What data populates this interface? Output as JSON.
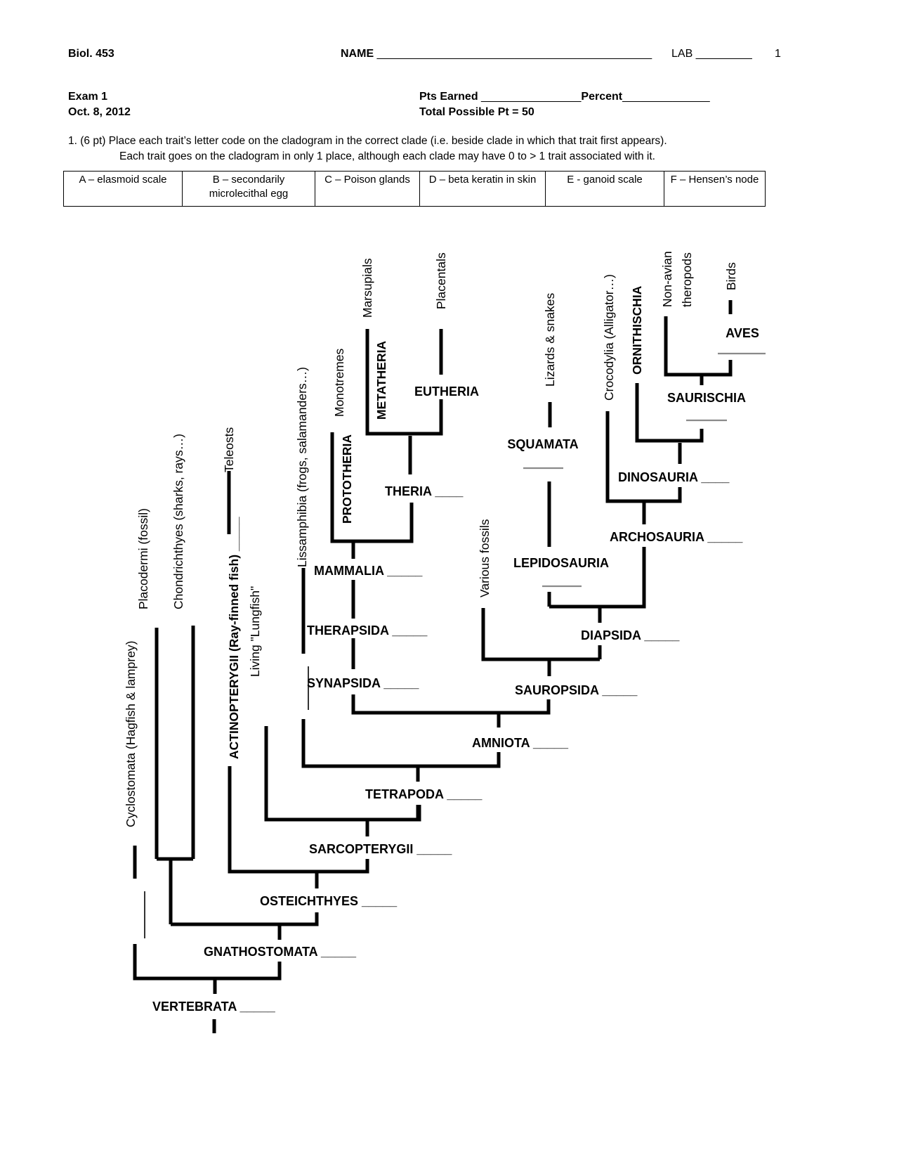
{
  "header": {
    "course": "Biol. 453",
    "name_label": "NAME",
    "name_blank": "____________________________________________",
    "lab_label": "LAB",
    "lab_blank": "_________",
    "page_number": "1",
    "exam_title": "Exam 1",
    "exam_date": "Oct. 8, 2012",
    "pts_earned_label": "Pts Earned",
    "pts_earned_blank": "________________",
    "percent_label": "Percent",
    "percent_blank": "______________",
    "total_possible": "Total Possible Pt = 50"
  },
  "question": {
    "line1": "1. (6 pt) Place each trait’s letter code on the cladogram in the correct clade (i.e. beside clade in which that trait first appears).",
    "line2": "Each trait goes on the cladogram in only 1 place, although each clade may have 0 to > 1 trait associated with it."
  },
  "trait_table": {
    "cells": [
      "A – elasmoid scale",
      "B – secondarily microlecithal egg",
      "C – Poison glands",
      "D – beta keratin in skin",
      "E - ganoid scale",
      "F – Hensen’s node"
    ]
  },
  "cladogram": {
    "tips": {
      "cyclostomata": "Cyclostomata (Hagfish & lamprey)",
      "placodermi": "Placodermi (fossil)",
      "chondrichthyes": "Chondrichthyes (sharks, rays…)",
      "teleosts": "Teleosts",
      "actinopterygii": "ACTINOPTERYGII (Ray-finned fish) _____",
      "lungfish": "Living \"Lungfish\"",
      "lissamphibia": "Lissamphibia (frogs, salamanders…)",
      "monotremes": "Monotremes",
      "prototheria": "PROTOTHERIA",
      "marsupials": "Marsupials",
      "metatheria": "METATHERIA",
      "placentals": "Placentals",
      "lizards_snakes": "Lizards & snakes",
      "various_fossils": "Various fossils",
      "crocodylia": "Crocodylia (Alligator…)",
      "ornithischia": "ORNITHISCHIA",
      "nonavian_line1": "Non-avian",
      "nonavian_line2": "theropods",
      "birds": "Birds"
    },
    "clades": {
      "eutheria": "EUTHERIA",
      "theria": "THERIA ____",
      "mammalia": "MAMMALIA _____",
      "therapsida": "THERAPSIDA _____",
      "synapsida": "SYNAPSIDA _____",
      "amniota": "AMNIOTA _____",
      "tetrapoda": "TETRAPODA _____",
      "sarcopterygii": "SARCOPTERYGII _____",
      "osteichthyes": "OSTEICHTHYES _____",
      "gnathostomata": "GNATHOSTOMATA _____",
      "vertebrata": "VERTEBRATA _____",
      "squamata": "SQUAMATA",
      "lepidosauria": "LEPIDOSAURIA",
      "diapsida": "DIAPSIDA _____",
      "sauropsida": "SAUROPSIDA _____",
      "archosauria": "ARCHOSAURIA _____",
      "dinosauria": "DINOSAURIA ____",
      "aves": "AVES",
      "saurischia": "SAURISCHIA"
    }
  }
}
